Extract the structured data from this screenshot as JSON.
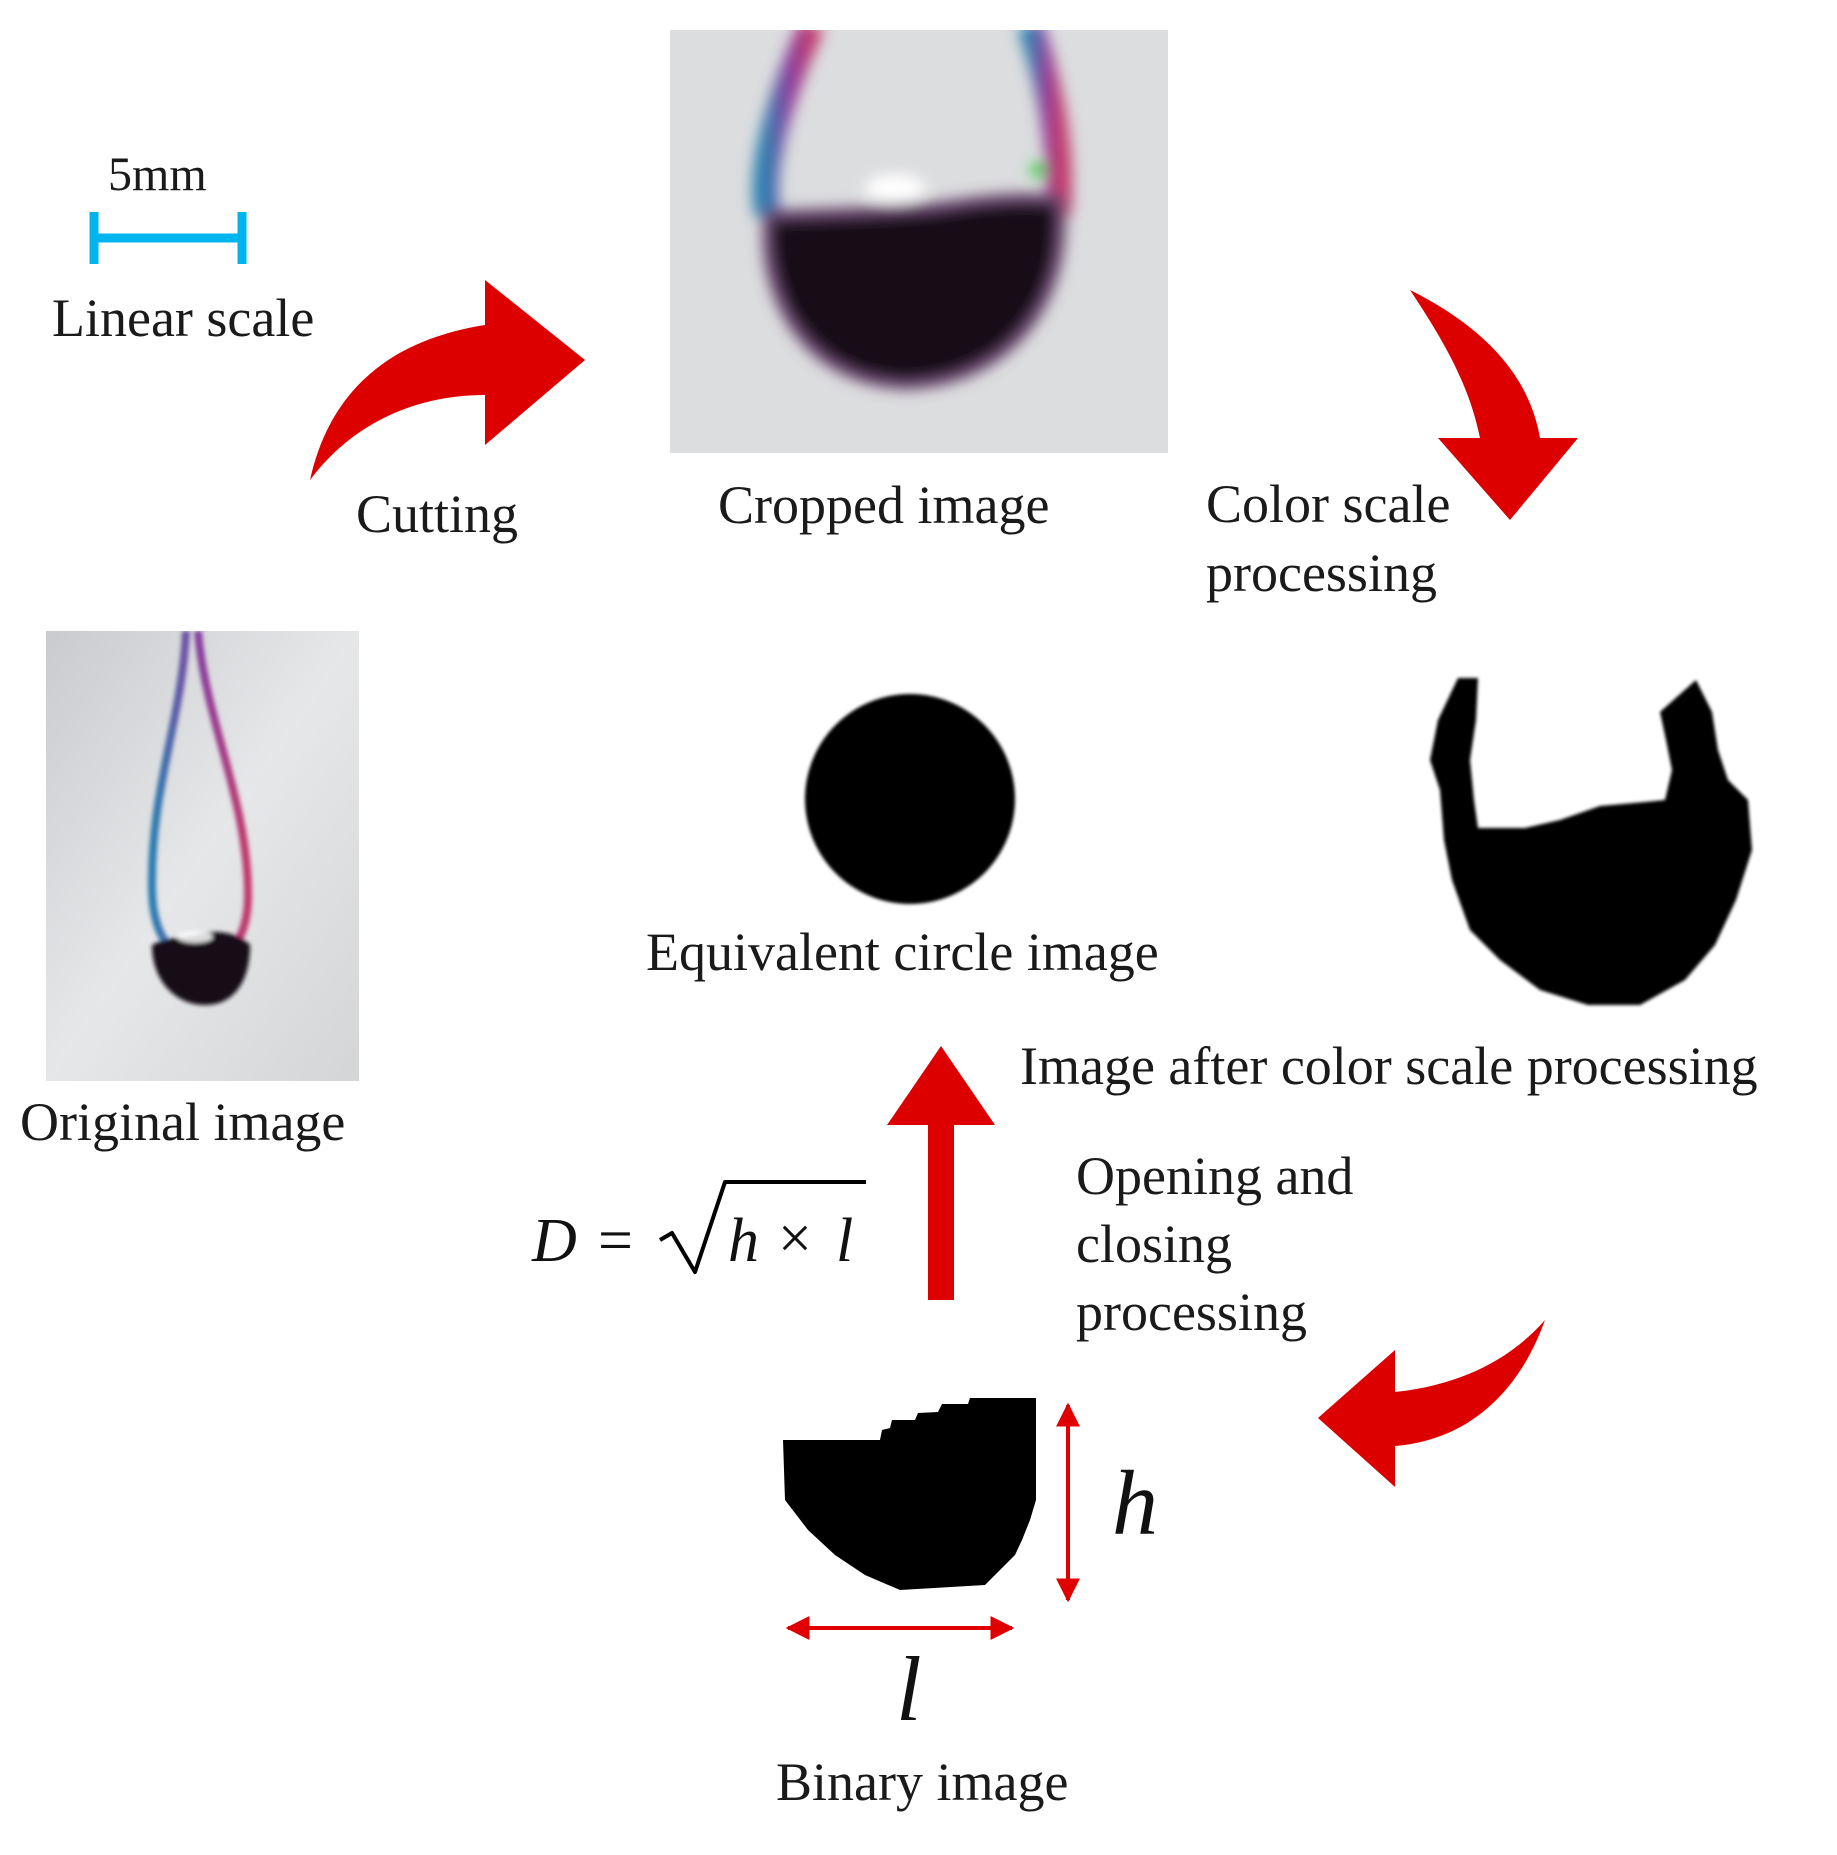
{
  "scale": {
    "value_label": "5mm",
    "caption": "Linear scale",
    "color": "#00b4ee"
  },
  "steps": {
    "cutting": "Cutting",
    "color_scale": [
      "Color scale",
      "processing"
    ],
    "opening_closing": [
      "Opening and",
      "closing",
      "processing"
    ]
  },
  "images": {
    "original": "Original image",
    "cropped": "Cropped image",
    "color_processed": "Image after color scale processing",
    "binary": "Binary image",
    "equivalent": "Equivalent circle image"
  },
  "formula": {
    "lhs": "D",
    "equals": "=",
    "h": "h",
    "times": "×",
    "l": "l"
  },
  "dims": {
    "height_symbol": "h",
    "width_symbol": "l"
  },
  "colors": {
    "arrow": "#dd0000",
    "dim_arrow": "#e00000"
  }
}
